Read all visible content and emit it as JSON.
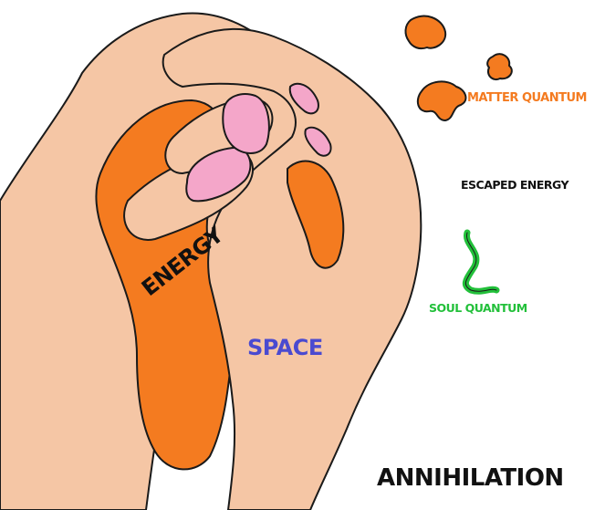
{
  "labels": {
    "matter_quantum": "MATTER QUANTUM",
    "escaped_energy": "ESCAPED ENERGY",
    "soul_quantum": "SOUL QUANTUM",
    "energy": "ENERGY",
    "space": "SPACE",
    "annihilation": "ANNIHILATION"
  },
  "colors": {
    "skin": "#f5c6a5",
    "energy_orange": "#f47b20",
    "nail_pink": "#f4a6c9",
    "soul_green": "#22c03a",
    "space_blue": "#4a4ad0",
    "outline": "#1a1a1a"
  },
  "icons": {
    "matter_blob": "orange-blob-shape",
    "soul_squiggle": "green-squiggle-shape",
    "hands": "cupped-hands-drawing"
  }
}
